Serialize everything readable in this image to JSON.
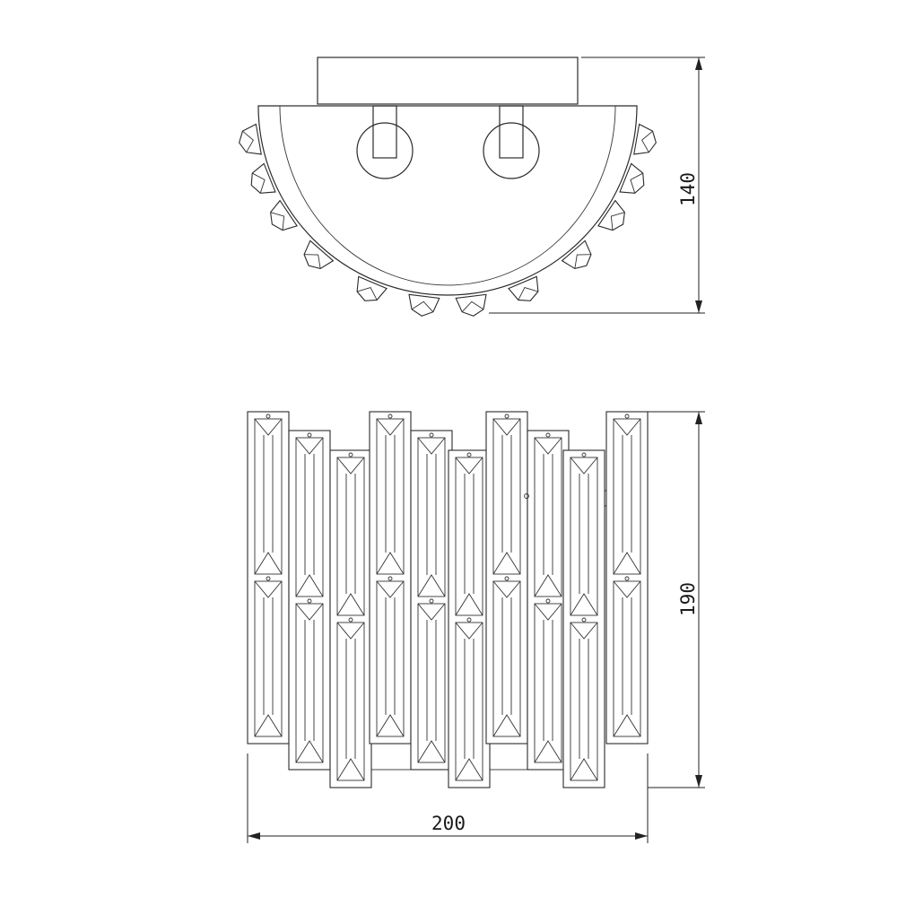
{
  "drawing": {
    "views": [
      "top-view",
      "front-view"
    ],
    "dimensions": {
      "depth": "140",
      "height": "190",
      "width": "200"
    },
    "crystal_columns": 10
  }
}
